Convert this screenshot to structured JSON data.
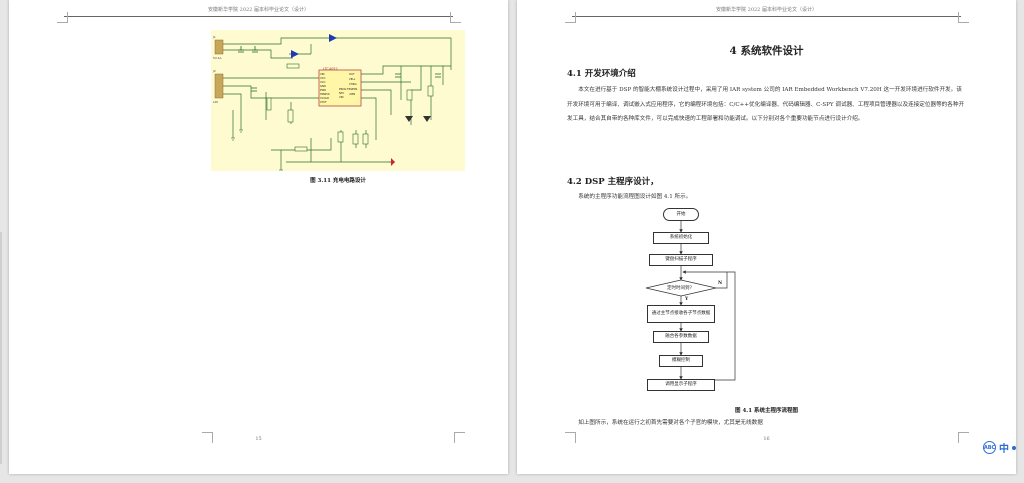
{
  "left_page": {
    "header": "安徽新华学院 2022 届本科毕业论文（设计）",
    "figure_caption": "图 3.11  充电电路设计",
    "page_number": "15",
    "schematic_labels": {
      "j1": "J1",
      "j1_port": "5V.1A",
      "j2": "J2",
      "j2_port": "LIN",
      "u1": "LTC4052",
      "left_pins": [
        "VIN",
        "VCC",
        "VCC",
        "GND",
        "PWR",
        "HRWCK",
        "VCOLD",
        "CTCF"
      ],
      "right_pins": [
        "OUT",
        "CELL",
        "CHRG",
        "TRSENS",
        "ntPN"
      ],
      "prog": "PROG",
      "ntc": "NTC",
      "vin": "VIN"
    }
  },
  "right_page": {
    "header": "安徽新华学院 2022 届本科毕业论文（设计）",
    "chapter_title": "4 系统软件设计",
    "section_41": "4.1 开发环境介绍",
    "paragraph_41": "本文在进行基于 DSP 的智能大棚系统设计过程中，采用了用 IAR system 公司的 IAR Embedded Workbench V7.20H 这一开发环境进行软件开发。该开发环境可用于编译、调试嵌入式应用程序，它的编程环境包括：C/C++优化编译器、代码编辑器、C-SPY 调试器、工程项目管理器以及连接定位器等的各种开发工具，结合其自带的各种库文件，可以完成快速的工程部署和功能调试。以下分别对各个重要功能节点进行设计介绍。",
    "section_42": "4.2 DSP 主程序设计，",
    "paragraph_42": "系统的主程序功能流程图设计如图 4.1 所示。",
    "flowchart": {
      "start": "开始",
      "init": "系统初始化",
      "keyscan": "键盘扫描子程序",
      "decision": "定时时间到?",
      "yes": "Y",
      "no": "N",
      "read": "通过主节点接收各子节点数据",
      "store": "融合各参数数据",
      "control": "模糊控制",
      "display": "调用显示子程序"
    },
    "figure_caption": "图 4.1  系统主程序流程图",
    "bottom_text": "如上图所示，系统在运行之初首先需要对各个子官的模块，尤其是无线数据",
    "page_number": "16"
  },
  "side_tool": {
    "badge": "ABC",
    "language": "中"
  },
  "colors": {
    "schematic_background": "#fffbd0",
    "accent_blue": "#2f6bd8",
    "wire_green": "#2c6e2c"
  }
}
